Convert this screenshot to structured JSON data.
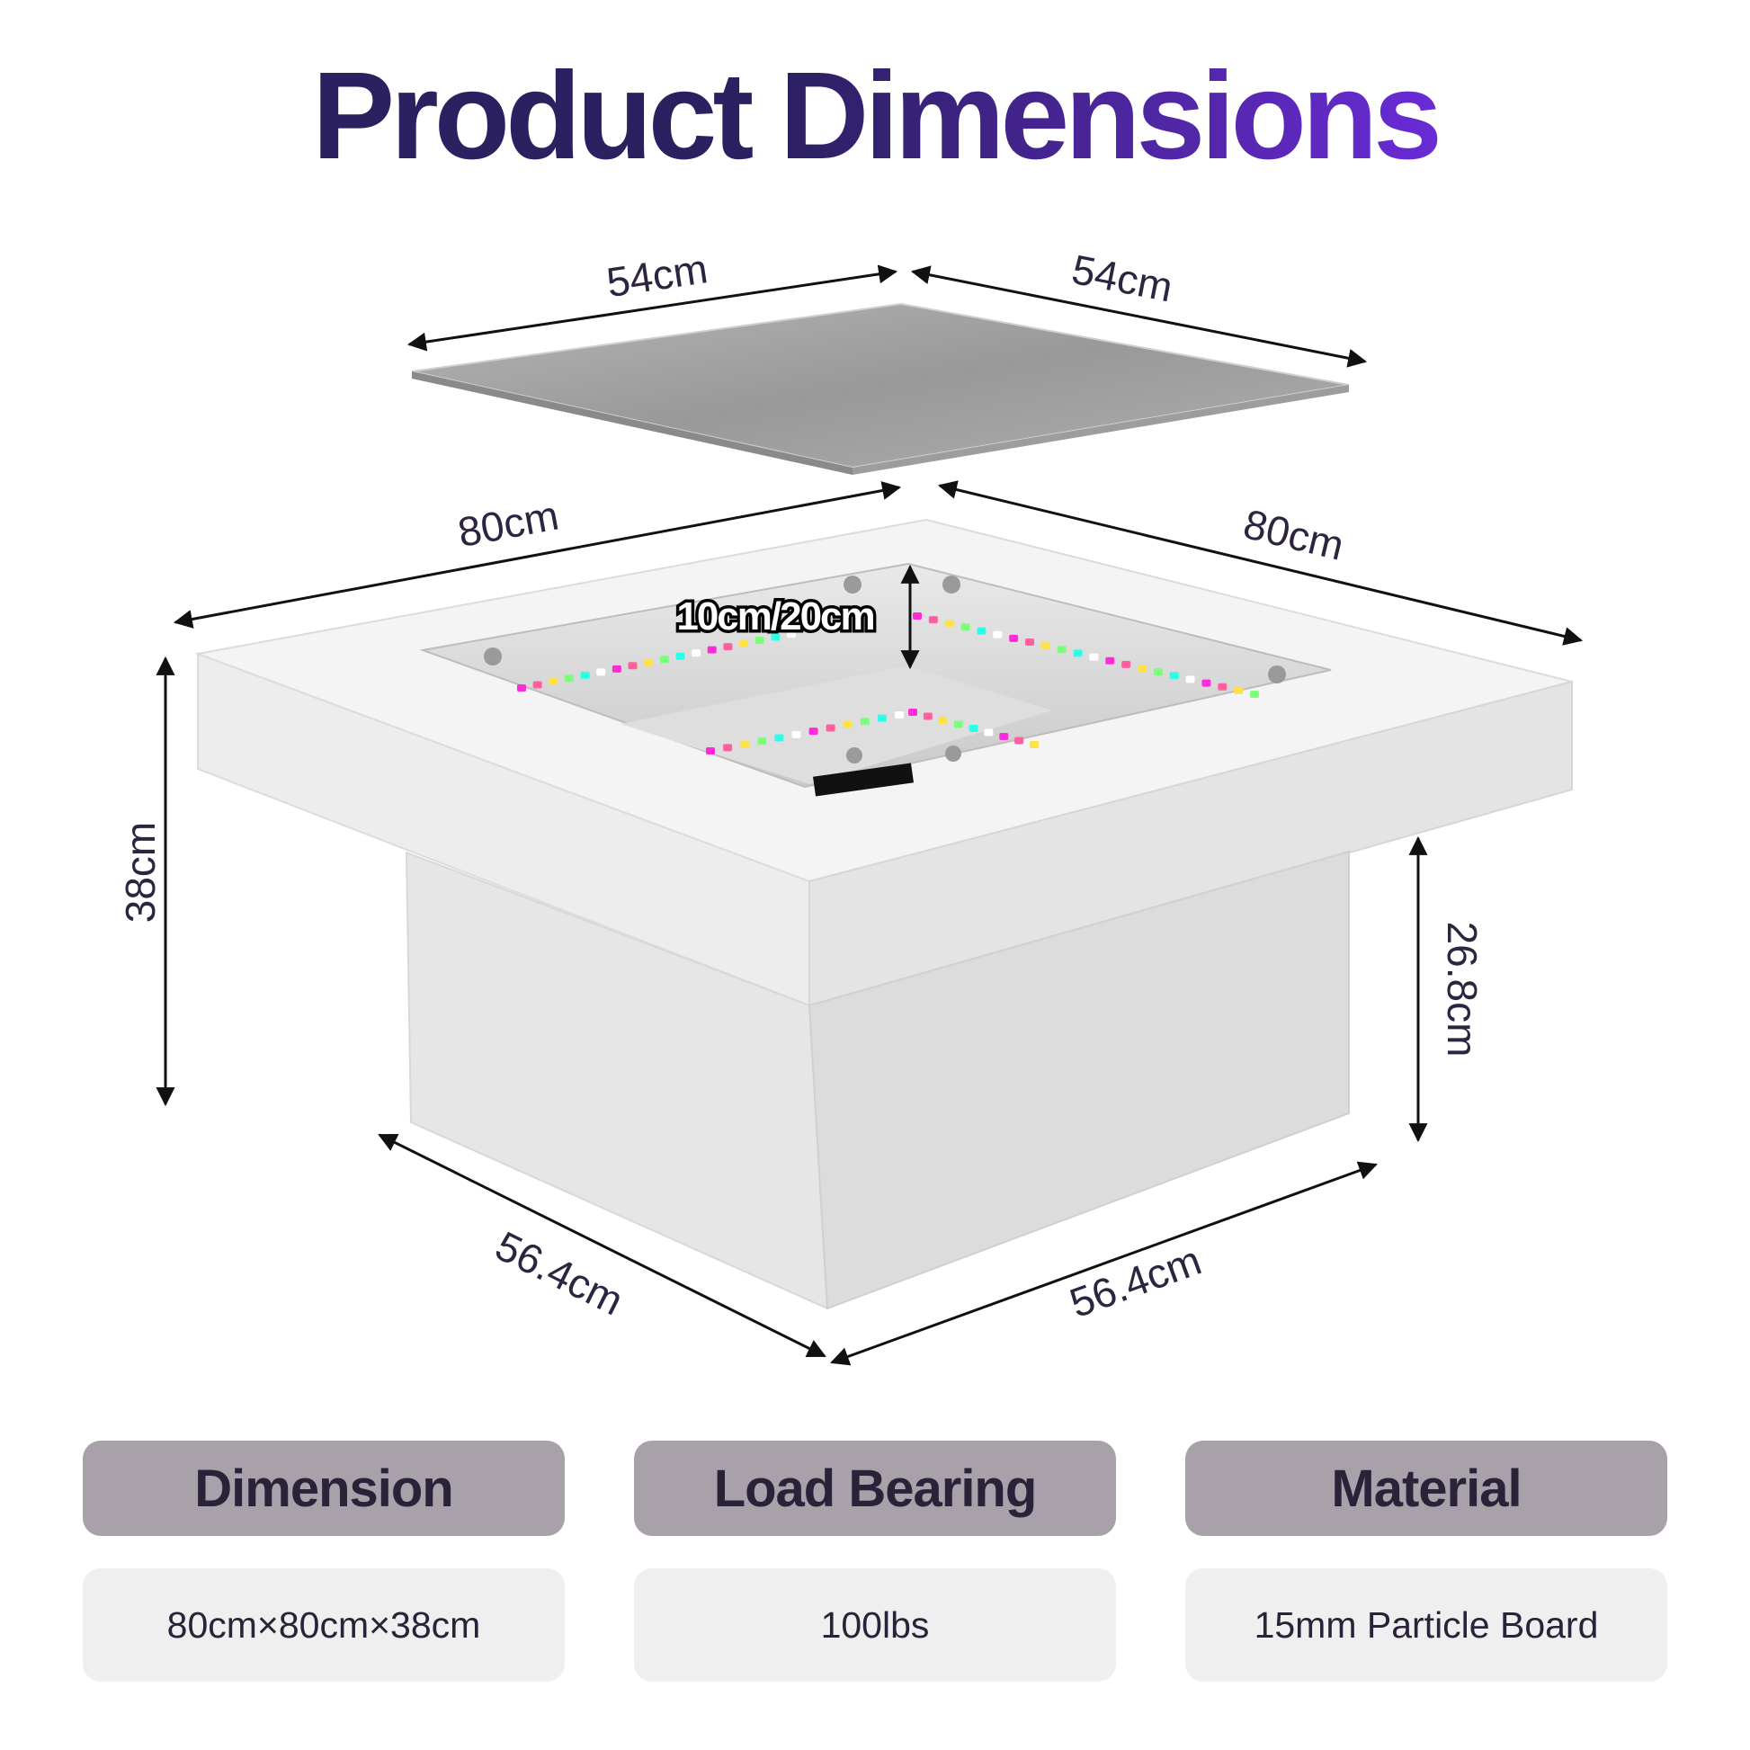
{
  "title": {
    "main": "Product ",
    "accent": "Dimensions"
  },
  "diagram": {
    "glass_width_left": "54cm",
    "glass_width_right": "54cm",
    "top_width_left": "80cm",
    "top_width_right": "80cm",
    "depth": "10cm/20cm",
    "total_height": "38cm",
    "base_height": "26.8cm",
    "base_width_left": "56.4cm",
    "base_width_right": "56.4cm"
  },
  "specs": [
    {
      "header": "Dimension",
      "value": "80cm×80cm×38cm"
    },
    {
      "header": "Load Bearing",
      "value": "100lbs"
    },
    {
      "header": "Material",
      "value": "15mm Particle Board"
    }
  ],
  "colors": {
    "title": "#2b2060",
    "title_accent": "#6a2bd6",
    "header_bg": "#a8a1a9",
    "value_bg": "#efefef",
    "led": [
      "#ff2bd8",
      "#ff5fa0",
      "#ffe14a",
      "#7bff7b",
      "#2bffe8",
      "#ffffff"
    ]
  }
}
